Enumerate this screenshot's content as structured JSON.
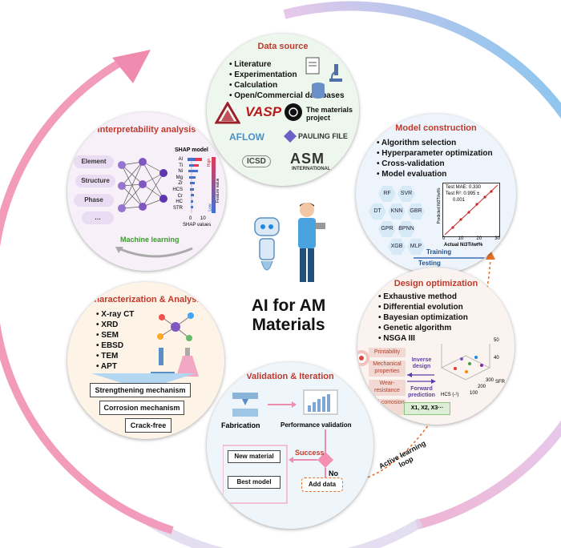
{
  "center": {
    "line1": "AI for AM",
    "line2": "Materials"
  },
  "loop": {
    "label_line1": "Active learning",
    "label_line2": "loop"
  },
  "data_source": {
    "title": "Data source",
    "items": [
      "Literature",
      "Experimentation",
      "Calculation",
      "Open/Commercial databases"
    ],
    "logos": {
      "vasp": "VASP",
      "materials_project": "The materials project",
      "aflow": "AFLOW",
      "pauling": "PAULING FILE",
      "icsd": "ICSD",
      "asm": "ASM",
      "asm_sub": "INTERNATIONAL"
    }
  },
  "model_construction": {
    "title": "Model construction",
    "items": [
      "Algorithm selection",
      "Hyperparameter optimization",
      "Cross-validation",
      "Model evaluation"
    ],
    "models": [
      "RF",
      "SVR",
      "DT",
      "KNN",
      "GBR",
      "GPR",
      "BPNN",
      "XGB",
      "MLP"
    ],
    "plot": {
      "test_mae": "Test MAE: 0.330",
      "test_r2": "Test R²: 0.995 ±",
      "test_r2_2": "0.001",
      "xlabel": "Actual Ni3Ti/wt%",
      "ylabel": "Predicted Ni3Ti/wt%",
      "ticks": [
        "0",
        "10",
        "20",
        "30"
      ]
    },
    "training": "Training",
    "testing": "Testing"
  },
  "design_optimization": {
    "title": "Design optimization",
    "items": [
      "Exhaustive method",
      "Differential evolution",
      "Bayesian optimization",
      "Genetic algorithm",
      "NSGA III"
    ],
    "properties": [
      "Printability",
      "Mechanical properties",
      "Wear-resistance",
      "Anti-corrosion"
    ],
    "inverse": "Inverse design",
    "forward": "Forward prediction",
    "vars": "X1,  X2,  X3···",
    "axis_z": [
      "50",
      "40"
    ],
    "axis_x": [
      "300",
      "200",
      "100"
    ],
    "axis_label_x": "HCS (-¹)",
    "axis_label_y": "SFR (%)"
  },
  "validation": {
    "title": "Validation & Iteration",
    "fabrication": "Fabrication",
    "performance": "Performance validation",
    "success": "Success",
    "no": "No",
    "new_material": "New material",
    "best_model": "Best model",
    "add_data": "Add data"
  },
  "characterization": {
    "title": "Characterization & Analysis",
    "items": [
      "X-ray CT",
      "XRD",
      "SEM",
      "EBSD",
      "TEM",
      "APT"
    ],
    "mechanisms": [
      "Strengthening mechanism",
      "Corrosion mechanism",
      "Crack-free"
    ]
  },
  "interpretability": {
    "title": "Interpretability analysis",
    "pills": [
      "Element",
      "Structure",
      "Phase",
      "…"
    ],
    "shap_title": "SHAP model",
    "features": [
      "Al",
      "Ti",
      "Ni",
      "Mg",
      "Zr",
      "HCS",
      "Cr",
      "HC",
      "STR"
    ],
    "shap_xlabel": "SHAP values",
    "shap_ticks": [
      "0",
      "10"
    ],
    "high": "High",
    "low": "Low",
    "feature_value": "Feature value",
    "ml": "Machine learning"
  },
  "colors": {
    "arc_start": "#f48fb1",
    "arc_end": "#4fc3f7",
    "title_red": "#c0392b",
    "green": "#3e9a2f"
  }
}
